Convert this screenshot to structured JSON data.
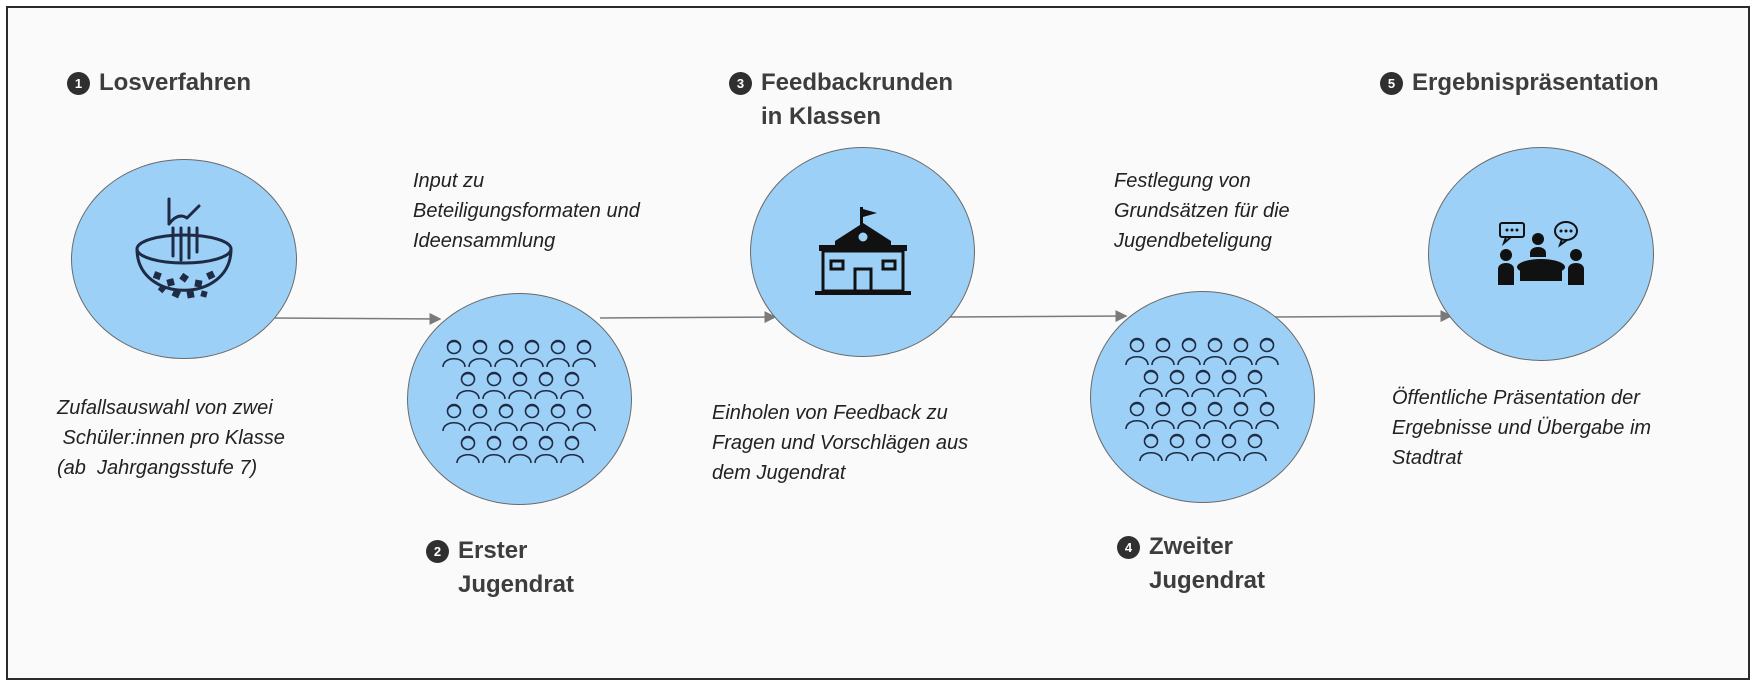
{
  "colors": {
    "circle_fill": "#9dd0f7",
    "circle_border": "#6a6a6a",
    "connector": "#7a7a7a",
    "badge": "#2f2f2f",
    "title_text": "#3d3d3d"
  },
  "steps": [
    {
      "number": "1",
      "title_lines": [
        "Losverfahren"
      ],
      "icon": "hand-drawing-lots-bowl-icon",
      "description_lines": [
        "Zufallsauswahl von zwei",
        " Schüler:innen pro Klasse",
        "(ab  Jahrgangsstufe 7)"
      ]
    },
    {
      "number": "2",
      "title_lines": [
        "Erster",
        "Jugendrat"
      ],
      "icon": "crowd-of-people-icon",
      "description_lines": [
        "Input zu",
        "Beteiligungsformaten und",
        "Ideensammlung"
      ]
    },
    {
      "number": "3",
      "title_lines": [
        "Feedbackrunden",
        "in Klassen"
      ],
      "icon": "school-building-icon",
      "description_lines": [
        "Einholen von Feedback zu",
        "Fragen und Vorschlägen aus",
        "dem Jugendrat"
      ]
    },
    {
      "number": "4",
      "title_lines": [
        "Zweiter",
        "Jugendrat"
      ],
      "icon": "crowd-of-people-icon",
      "description_lines": [
        "Festlegung von",
        "Grundsätzen für die",
        "Jugendbeteligung"
      ]
    },
    {
      "number": "5",
      "title_lines": [
        "Ergebnispräsentation"
      ],
      "icon": "meeting-discussion-icon",
      "description_lines": [
        "Öffentliche Präsentation der",
        "Ergebnisse und Übergabe im",
        "Stadtrat"
      ]
    }
  ]
}
